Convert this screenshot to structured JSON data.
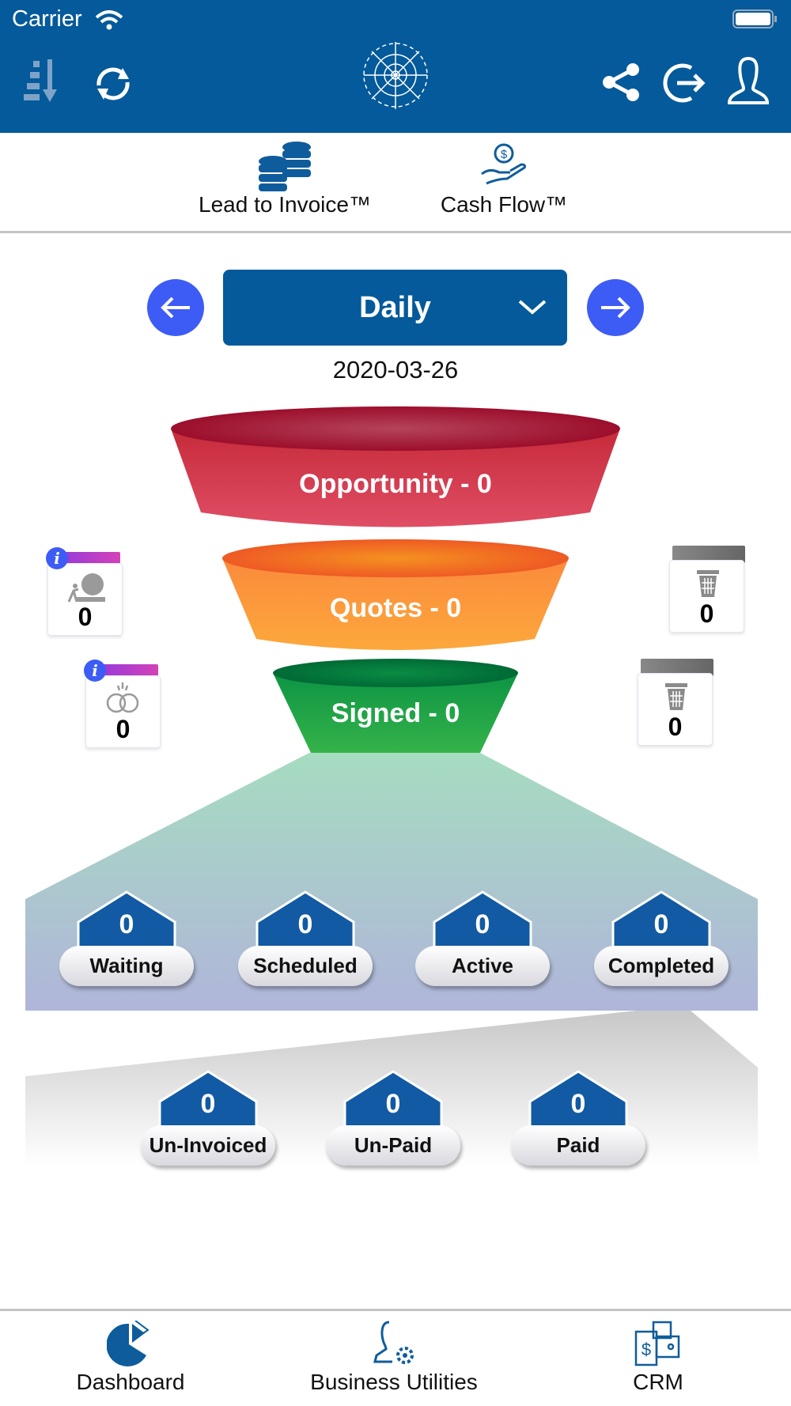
{
  "status_bar": {
    "carrier": "Carrier"
  },
  "header": {
    "icons": [
      "sort-icon",
      "refresh-icon",
      "logo",
      "share-icon",
      "logout-icon",
      "profile-icon"
    ]
  },
  "top_tabs": [
    {
      "label": "Lead to Invoice™",
      "icon": "coins-icon"
    },
    {
      "label": "Cash Flow™",
      "icon": "cash-hand-icon"
    }
  ],
  "period": {
    "selected": "Daily",
    "date": "2020-03-26"
  },
  "funnel": {
    "opportunity": "Opportunity - 0",
    "quotes": "Quotes - 0",
    "signed": "Signed - 0"
  },
  "side_cards": {
    "left_lost": "0",
    "left_won": "0",
    "right_quotes_deleted": "0",
    "right_signed_deleted": "0"
  },
  "jobs": [
    {
      "label": "Waiting",
      "value": "0"
    },
    {
      "label": "Scheduled",
      "value": "0"
    },
    {
      "label": "Active",
      "value": "0"
    },
    {
      "label": "Completed",
      "value": "0"
    }
  ],
  "invoices": [
    {
      "label": "Un-Invoiced",
      "value": "0"
    },
    {
      "label": "Un-Paid",
      "value": "0"
    },
    {
      "label": "Paid",
      "value": "0"
    }
  ],
  "bottom_nav": [
    {
      "label": "Dashboard"
    },
    {
      "label": "Business Utilities"
    },
    {
      "label": "CRM"
    }
  ],
  "colors": {
    "brand": "#045a9a",
    "accent": "#3d5cf5"
  }
}
